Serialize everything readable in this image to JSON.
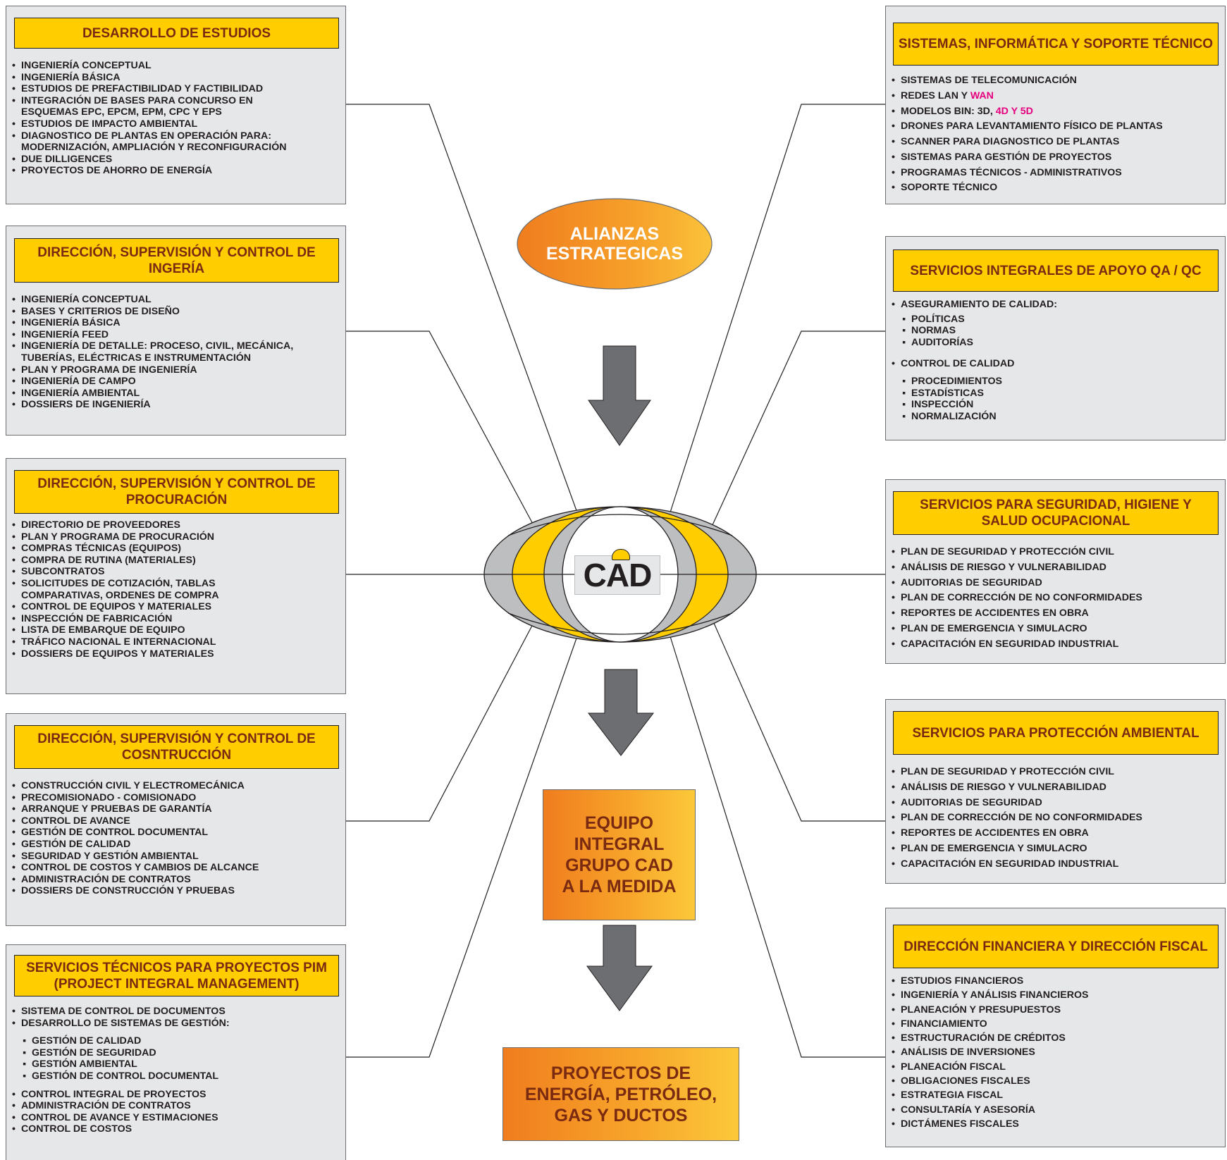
{
  "center": {
    "alianzas": "ALIANZAS ESTRATEGICAS",
    "logo_text": "CAD",
    "equipo": "EQUIPO INTEGRAL GRUPO CAD A LA MEDIDA",
    "proyectos": "PROYECTOS DE ENERGÍA, PETRÓLEO, GAS Y DUCTOS"
  },
  "colors": {
    "header_yellow": "#ffcd00",
    "box_grey": "#e6e7e9",
    "header_text": "#7a2a10",
    "highlight": "#e6007e",
    "arrow_grey": "#6d6e71"
  },
  "boxes": [
    {
      "id": "estudios",
      "title": "DESARROLLO DE ESTUDIOS",
      "items": [
        [
          "INGENIERÍA CONCEPTUAL"
        ],
        [
          "INGENIERÍA BÁSICA"
        ],
        [
          "ESTUDIOS DE PREFACTIBILIDAD Y FACTIBILIDAD"
        ],
        [
          "INTEGRACIÓN DE BASES PARA CONCURSO EN",
          "ESQUEMAS EPC, EPCM, EPM, CPC Y EPS"
        ],
        [
          "ESTUDIOS DE IMPACTO AMBIENTAL"
        ],
        [
          "DIAGNOSTICO DE PLANTAS EN OPERACIÓN PARA:",
          "MODERNIZACIÓN, AMPLIACIÓN Y RECONFIGURACIÓN"
        ],
        [
          "DUE DILLIGENCES"
        ],
        [
          "PROYECTOS DE AHORRO DE ENERGÍA"
        ]
      ]
    },
    {
      "id": "ingenieria",
      "title": "DIRECCIÓN, SUPERVISIÓN Y CONTROL DE INGERÍA",
      "items": [
        [
          "INGENIERÍA CONCEPTUAL"
        ],
        [
          "BASES Y CRITERIOS DE DISEÑO"
        ],
        [
          "INGENIERÍA BÁSICA"
        ],
        [
          "INGENIERÍA FEED"
        ],
        [
          "INGENIERÍA DE DETALLE: PROCESO, CIVIL, MECÁNICA,",
          "TUBERÍAS, ELÉCTRICAS E INSTRUMENTACIÓN"
        ],
        [
          "PLAN Y PROGRAMA DE INGENIERÍA"
        ],
        [
          "INGENIERÍA DE CAMPO"
        ],
        [
          "INGENIERÍA AMBIENTAL"
        ],
        [
          "DOSSIERS DE INGENIERÍA"
        ]
      ]
    },
    {
      "id": "procuracion",
      "title": "DIRECCIÓN, SUPERVISIÓN Y CONTROL DE PROCURACIÓN",
      "items": [
        [
          "DIRECTORIO DE PROVEEDORES"
        ],
        [
          "PLAN Y PROGRAMA DE PROCURACIÓN"
        ],
        [
          "COMPRAS TÉCNICAS (EQUIPOS)"
        ],
        [
          "COMPRA DE RUTINA (MATERIALES)"
        ],
        [
          "SUBCONTRATOS"
        ],
        [
          "SOLICITUDES DE COTIZACIÓN, TABLAS",
          "COMPARATIVAS, ORDENES DE COMPRA"
        ],
        [
          "CONTROL DE EQUIPOS Y MATERIALES"
        ],
        [
          "INSPECCIÓN DE FABRICACIÓN"
        ],
        [
          "LISTA DE EMBARQUE DE EQUIPO"
        ],
        [
          "TRÁFICO NACIONAL E INTERNACIONAL"
        ],
        [
          "DOSSIERS DE EQUIPOS Y MATERIALES"
        ]
      ]
    },
    {
      "id": "construccion",
      "title": "DIRECCIÓN, SUPERVISIÓN Y CONTROL DE COSNTRUCCIÓN",
      "items": [
        [
          "CONSTRUCCIÓN CIVIL Y ELECTROMECÁNICA"
        ],
        [
          "PRECOMISIONADO - COMISIONADO"
        ],
        [
          "ARRANQUE Y PRUEBAS DE GARANTÍA"
        ],
        [
          "CONTROL DE AVANCE"
        ],
        [
          "GESTIÓN DE CONTROL DOCUMENTAL"
        ],
        [
          "GESTIÓN DE CALIDAD"
        ],
        [
          "SEGURIDAD Y GESTIÓN AMBIENTAL"
        ],
        [
          "CONTROL DE COSTOS Y CAMBIOS DE ALCANCE"
        ],
        [
          "ADMINISTRACIÓN DE CONTRATOS"
        ],
        [
          "DOSSIERS DE CONSTRUCCIÓN Y PRUEBAS"
        ]
      ]
    },
    {
      "id": "pim",
      "title": "SERVICIOS TÉCNICOS PARA PROYECTOS PIM (PROJECT INTEGRAL MANAGEMENT)",
      "items": [
        [
          "SISTEMA DE CONTROL DE DOCUMENTOS"
        ],
        [
          "DESARROLLO DE SISTEMAS DE GESTIÓN:"
        ]
      ],
      "subitems": [
        "GESTIÓN DE CALIDAD",
        "GESTIÓN DE SEGURIDAD",
        "GESTIÓN AMBIENTAL",
        "GESTIÓN DE CONTROL DOCUMENTAL"
      ],
      "items2": [
        [
          "CONTROL INTEGRAL DE PROYECTOS"
        ],
        [
          "ADMINISTRACIÓN DE CONTRATOS"
        ],
        [
          "CONTROL DE AVANCE Y ESTIMACIONES"
        ],
        [
          "CONTROL DE COSTOS"
        ]
      ]
    },
    {
      "id": "sistemas",
      "title": "SISTEMAS, INFORMÁTICA Y SOPORTE TÉCNICO",
      "items": [
        "SISTEMAS DE TELECOMUNICACIÓN",
        "REDES LAN Y ",
        "MODELOS BIN: 3D, ",
        "DRONES PARA LEVANTAMIENTO FÍSICO DE PLANTAS",
        "SCANNER PARA DIAGNOSTICO DE PLANTAS",
        "SISTEMAS PARA GESTIÓN DE PROYECTOS",
        "PROGRAMAS TÉCNICOS - ADMINISTRATIVOS",
        "SOPORTE TÉCNICO"
      ],
      "hl_wan": "WAN",
      "hl_4d5d": "4D Y 5D"
    },
    {
      "id": "qaqc",
      "title": "SERVICIOS INTEGRALES DE APOYO QA / QC",
      "group1": "ASEGURAMIENTO DE CALIDAD:",
      "group1_items": [
        "POLÍTICAS",
        "NORMAS",
        "AUDITORÍAS"
      ],
      "group2": "CONTROL DE CALIDAD",
      "group2_items": [
        "PROCEDIMIENTOS",
        "ESTADÍSTICAS",
        "INSPECCIÓN",
        "NORMALIZACIÓN"
      ]
    },
    {
      "id": "seguridad",
      "title": "SERVICIOS PARA SEGURIDAD, HIGIENE Y SALUD OCUPACIONAL",
      "items": [
        "PLAN DE SEGURIDAD Y PROTECCIÓN CIVIL",
        "ANÁLISIS DE RIESGO Y VULNERABILIDAD",
        "AUDITORIAS DE SEGURIDAD",
        "PLAN DE CORRECCIÓN DE NO CONFORMIDADES",
        "REPORTES DE ACCIDENTES EN OBRA",
        "PLAN DE EMERGENCIA Y SIMULACRO",
        "CAPACITACIÓN EN SEGURIDAD INDUSTRIAL"
      ]
    },
    {
      "id": "ambiental",
      "title": "SERVICIOS PARA PROTECCIÓN AMBIENTAL",
      "items": [
        "PLAN DE SEGURIDAD Y PROTECCIÓN CIVIL",
        "ANÁLISIS DE RIESGO Y VULNERABILIDAD",
        "AUDITORIAS DE SEGURIDAD",
        "PLAN DE CORRECCIÓN DE NO CONFORMIDADES",
        "REPORTES DE ACCIDENTES EN OBRA",
        "PLAN DE EMERGENCIA Y SIMULACRO",
        "CAPACITACIÓN EN SEGURIDAD INDUSTRIAL"
      ]
    },
    {
      "id": "financiera",
      "title": "DIRECCIÓN FINANCIERA Y DIRECCIÓN FISCAL",
      "items": [
        "ESTUDIOS FINANCIEROS",
        "INGENIERÍA Y ANÁLISIS FINANCIEROS",
        "PLANEACIÓN Y PRESUPUESTOS",
        "FINANCIAMIENTO",
        "ESTRUCTURACIÓN DE CRÉDITOS",
        "ANÁLISIS DE INVERSIONES",
        "PLANEACIÓN FISCAL",
        "OBLIGACIONES FISCALES",
        "ESTRATEGIA FISCAL",
        "CONSULTARÍA Y ASESORÍA",
        "DICTÁMENES FISCALES"
      ]
    }
  ]
}
